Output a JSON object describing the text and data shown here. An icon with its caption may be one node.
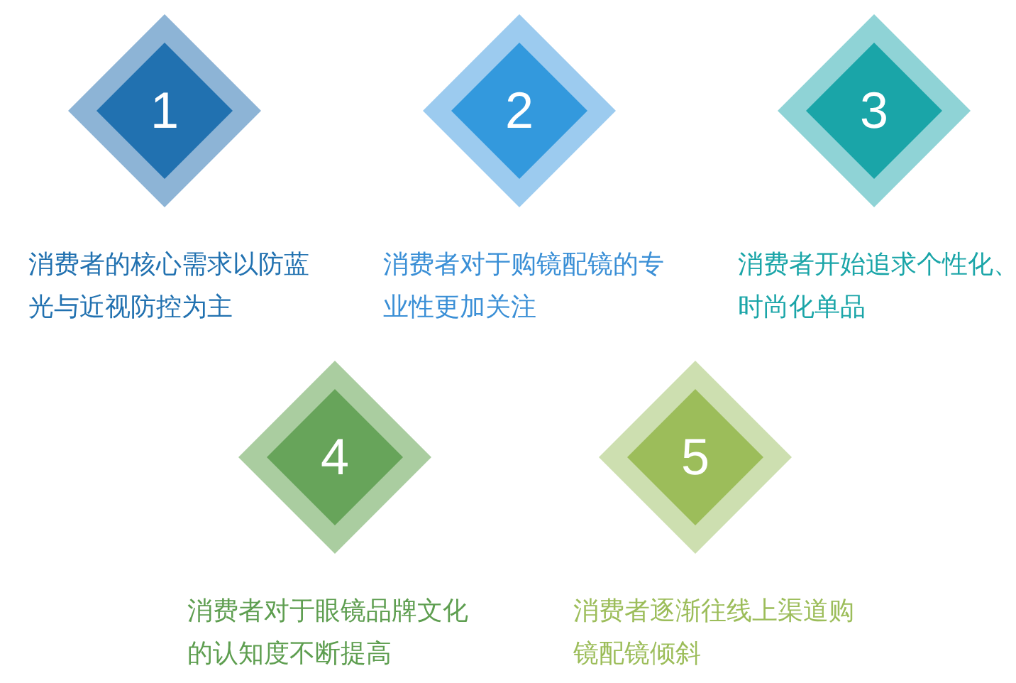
{
  "diagram": {
    "nodes": [
      {
        "text": [
          "1"
        ],
        "beside": [
          "消费者的核心需求以防蓝光与近视防控为主"
        ]
      },
      {
        "text": [
          "2"
        ],
        "beside": [
          "消费者对于购镜配镜的专业性更加关注"
        ]
      },
      {
        "text": [
          "3"
        ],
        "beside": [
          "消费者开始追求个性化、时尚化单品"
        ]
      },
      {
        "text": [
          "4"
        ],
        "beside": [
          "消费者对于眼镜品牌文化的认知度不断提高"
        ]
      },
      {
        "text": [
          "5"
        ],
        "beside": [
          "消费者逐渐往线上渠道购镜配镜倾斜"
        ]
      }
    ],
    "edges": []
  }
}
